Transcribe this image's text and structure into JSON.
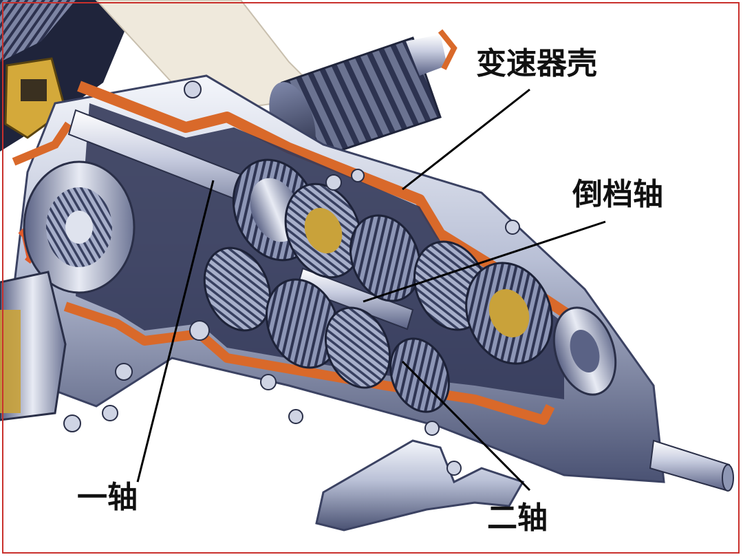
{
  "diagram": {
    "labels": {
      "housing": "变速器壳",
      "reverse_shaft": "倒档轴",
      "first_shaft": "一轴",
      "second_shaft": "二轴"
    },
    "colors": {
      "border": "#c9302c",
      "housing_cut": "#d9692a",
      "metal_light": "#dfe3ee",
      "metal_mid": "#8e97b4",
      "metal_dark": "#3b4262",
      "brass": "#c9a23a",
      "leader": "#000000"
    }
  }
}
